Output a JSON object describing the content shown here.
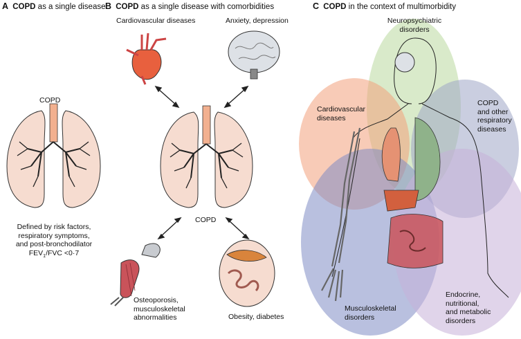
{
  "panels": {
    "a": {
      "letter": "A",
      "title_bold": "COPD",
      "title_rest": "as a single disease",
      "organ_label": "COPD",
      "definition_lines": [
        "Defined by risk factors,",
        "respiratory symptoms,",
        "and post-bronchodilator"
      ],
      "definition_fev": "FEV",
      "definition_fev_sub": "1",
      "definition_fev_tail": "/FVC <0·7"
    },
    "b": {
      "letter": "B",
      "title_bold": "COPD",
      "title_rest": "as a single disease with comorbidities",
      "center_label": "COPD",
      "comorbidities": {
        "cardio": "Cardiovascular diseases",
        "anxiety": "Anxiety, depression",
        "osteo_line1": "Osteoporosis,",
        "osteo_line2": "musculoskeletal",
        "osteo_line3": "abnormalities",
        "obesity": "Obesity, diabetes"
      }
    },
    "c": {
      "letter": "C",
      "title_bold": "COPD",
      "title_rest": "in the context of multimorbidity",
      "neuro_line1": "Neuropsychiatric",
      "neuro_line2": "disorders",
      "cardio_line1": "Cardiovascular",
      "cardio_line2": "diseases",
      "resp_line1": "COPD",
      "resp_line2": "and other",
      "resp_line3": "respiratory",
      "resp_line4": "diseases",
      "msk_line1": "Musculoskeletal",
      "msk_line2": "disorders",
      "endo_line1": "Endocrine,",
      "endo_line2": "nutritional,",
      "endo_line3": "and metabolic",
      "endo_line4": "disorders"
    }
  },
  "colors": {
    "lung_fill": "#f6dcd0",
    "trachea": "#f2b08f",
    "outline": "#333333",
    "venn_neuro": "#b9d89f",
    "venn_cardio": "#f2a07c",
    "venn_resp": "#9fa6c6",
    "venn_msk": "#7f8cc4",
    "venn_endo": "#c6b0d9",
    "heart": "#e8603e",
    "muscle": "#c9535a"
  }
}
